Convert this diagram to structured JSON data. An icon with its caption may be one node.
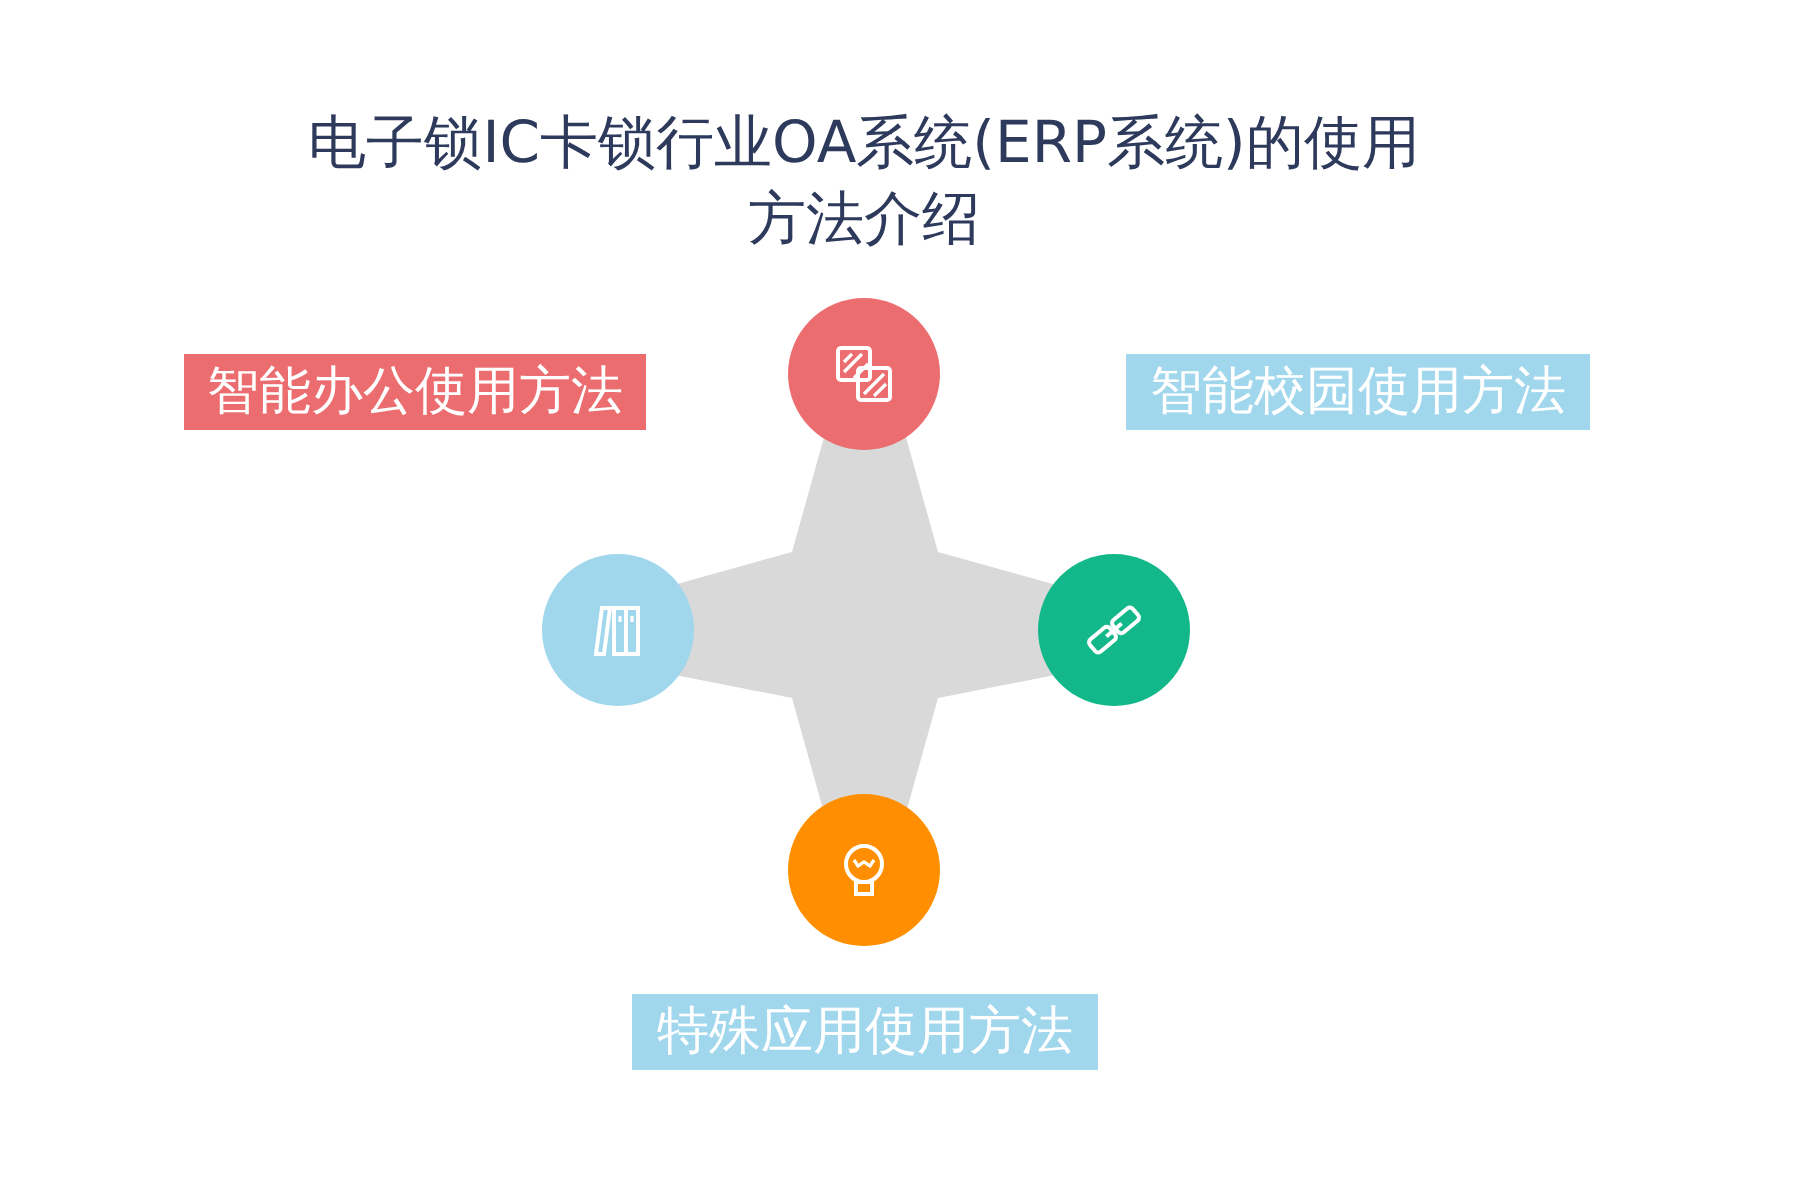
{
  "diagram": {
    "title": "电子锁IC卡锁行业OA系统(ERP系统)的使用方法介绍",
    "nodes": [
      {
        "text": [
          "智能办公使用方法"
        ]
      },
      {
        "text": [],
        "shape": "circle"
      },
      {
        "text": [
          "智能校园使用方法"
        ]
      },
      {
        "text": [],
        "shape": "circle"
      },
      {
        "text": [],
        "shape": "circle"
      },
      {
        "text": [],
        "shape": "circle"
      },
      {
        "text": [
          "特殊应用使用方法"
        ]
      }
    ],
    "edges": []
  }
}
